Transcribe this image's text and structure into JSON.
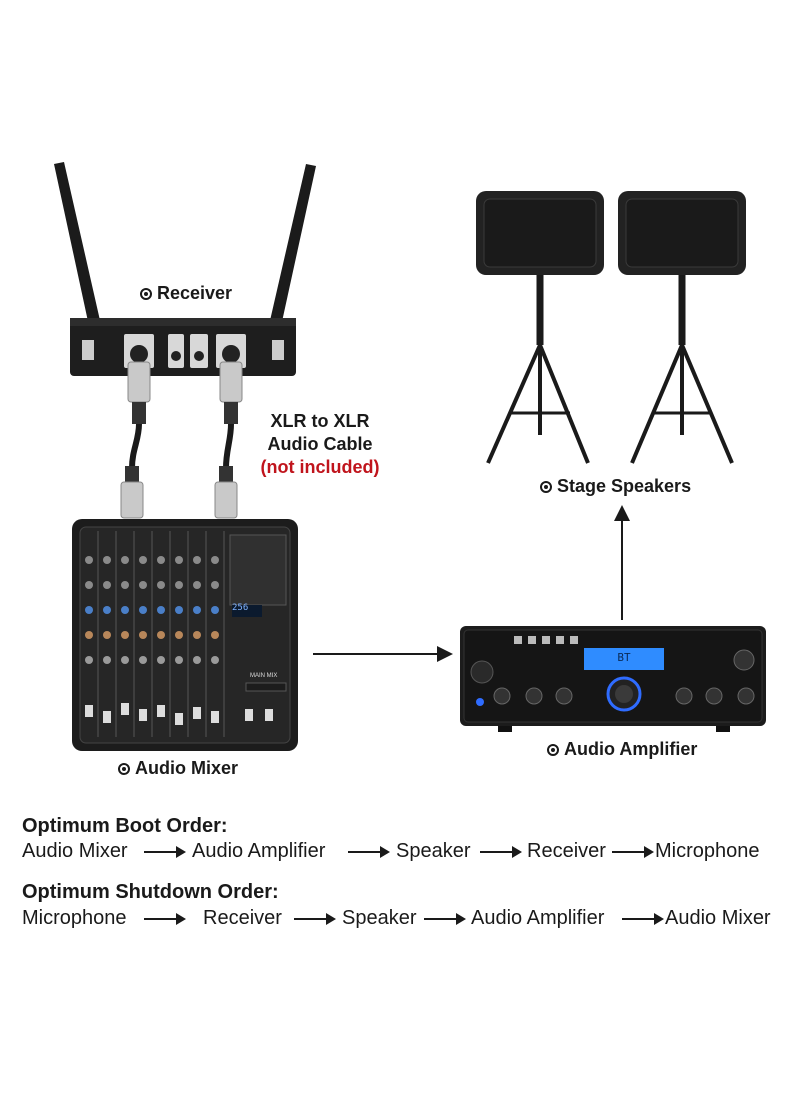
{
  "labels": {
    "receiver": "Receiver",
    "stage_speakers": "Stage Speakers",
    "audio_mixer": "Audio Mixer",
    "audio_amplifier": "Audio Amplifier",
    "cable_line1": "XLR to XLR",
    "cable_line2": "Audio Cable",
    "cable_note": "(not included)"
  },
  "device_text": {
    "amp_display": "BT",
    "mixer_display": "256",
    "mixer_main_mix": "MAIN MIX"
  },
  "boot": {
    "title": "Optimum Boot Order:",
    "steps": [
      "Audio Mixer",
      "Audio Amplifier",
      "Speaker",
      "Receiver",
      "Microphone"
    ]
  },
  "shutdown": {
    "title": "Optimum Shutdown Order:",
    "steps": [
      "Microphone",
      "Receiver",
      "Speaker",
      "Audio Amplifier",
      "Audio Mixer"
    ]
  },
  "colors": {
    "note_red": "#c0141c",
    "display_blue": "#2f8cff",
    "device_dark": "#1c1c1c"
  }
}
